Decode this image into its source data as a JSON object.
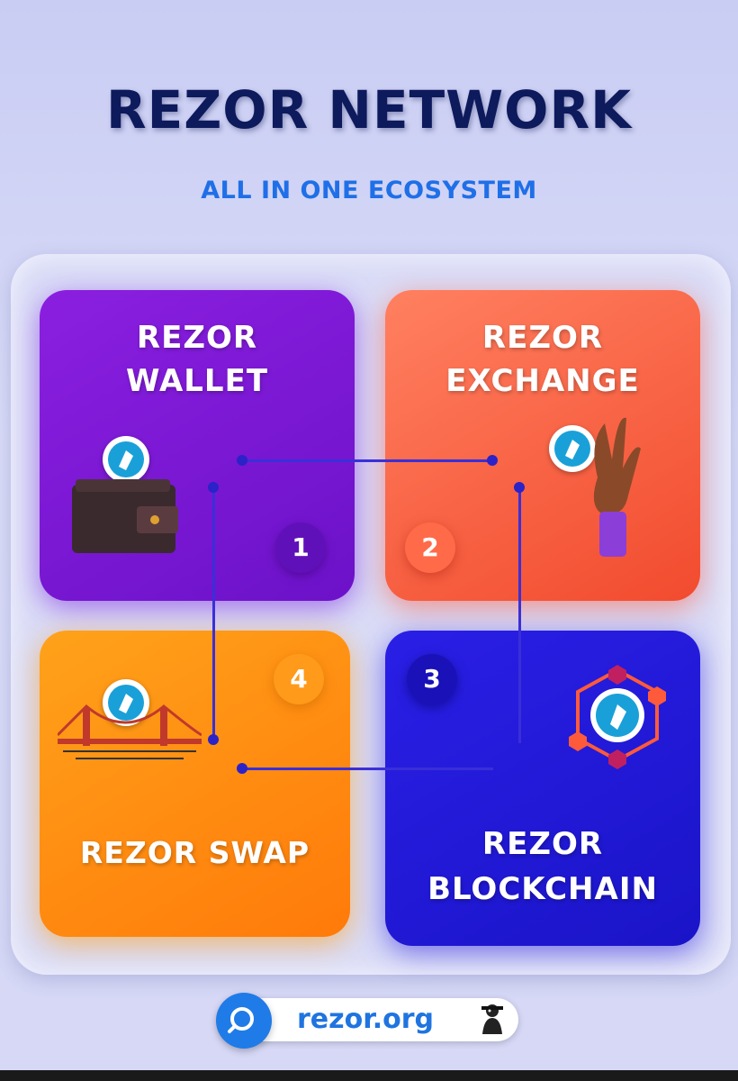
{
  "header": {
    "title": "REZOR NETWORK",
    "subtitle": "ALL IN ONE ECOSYSTEM"
  },
  "tiles": {
    "wallet": {
      "line1": "REZOR",
      "line2": "WALLET",
      "number": "1",
      "color": "#7a18d6",
      "icon": "wallet-icon"
    },
    "exchange": {
      "line1": "REZOR",
      "line2": "EXCHANGE",
      "number": "2",
      "color": "#f55a3a",
      "icon": "hand-coin-icon"
    },
    "swap": {
      "line1": "REZOR SWAP",
      "number": "4",
      "color": "#ff8c12",
      "icon": "bridge-icon"
    },
    "blockchain": {
      "line1": "REZOR",
      "line2": "BLOCKCHAIN",
      "number": "3",
      "color": "#221ad8",
      "icon": "blockchain-network-icon"
    }
  },
  "footer": {
    "url": "rezor.org",
    "icon": "search-icon"
  },
  "colors": {
    "title": "#0d1a5c",
    "subtitle": "#1f6fe8",
    "brand_blue": "#1f7be8"
  }
}
